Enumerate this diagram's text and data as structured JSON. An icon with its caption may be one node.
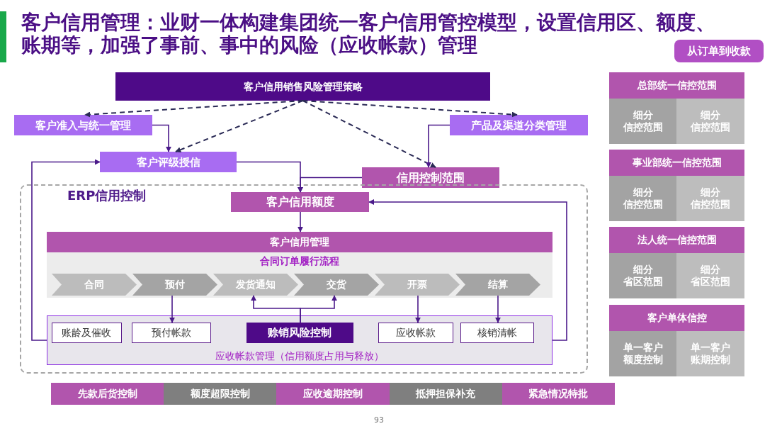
{
  "diagram": {
    "title": "客户信用管理：业财一体构建集团统一客户信用管控模型，设置信用区、额度、账期等，加强了事前、事中的风险（应收帐款）管理",
    "nodes": [
      {
        "text": [
          "客户信用销售风险管理策略"
        ]
      },
      {
        "text": [
          "客户准入与统一管理"
        ]
      },
      {
        "text": [
          "产品及渠道分类管理"
        ]
      },
      {
        "text": [
          "客户评级授信"
        ]
      },
      {
        "text": [
          "信用控制范围"
        ]
      },
      {
        "text": [
          "ERP信用控制"
        ]
      },
      {
        "text": [
          "客户信用额度"
        ],
        "in": 5
      },
      {
        "text": [
          "客户信用管理"
        ],
        "in": 5
      },
      {
        "text": [
          "合同订单履行流程"
        ],
        "in": 5
      },
      {
        "text": [
          "合同"
        ],
        "in": 8
      },
      {
        "text": [
          "预付"
        ],
        "in": 8
      },
      {
        "text": [
          "发货通知"
        ],
        "in": 8
      },
      {
        "text": [
          "交货"
        ],
        "in": 8
      },
      {
        "text": [
          "开票"
        ],
        "in": 8
      },
      {
        "text": [
          "结算"
        ],
        "in": 8
      },
      {
        "text": [
          "应收帐款管理（信用额度占用与释放）"
        ],
        "in": 5
      },
      {
        "text": [
          "账龄及催收"
        ],
        "in": 15
      },
      {
        "text": [
          "预付帐款"
        ],
        "in": 15
      },
      {
        "text": [
          "赊销风险控制"
        ],
        "in": 15
      },
      {
        "text": [
          "应收帐款"
        ],
        "in": 15
      },
      {
        "text": [
          "核销清帐"
        ],
        "in": 15
      },
      {
        "text": [
          "总部统一信控范围"
        ]
      },
      {
        "text": [
          "细分",
          "信控范围"
        ],
        "in": 21
      },
      {
        "text": [
          "细分",
          "信控范围"
        ],
        "in": 21
      },
      {
        "text": [
          "事业部统一信控范围"
        ]
      },
      {
        "text": [
          "细分",
          "信控范围"
        ],
        "in": 24
      },
      {
        "text": [
          "细分",
          "信控范围"
        ],
        "in": 24
      },
      {
        "text": [
          "法人统一信控范围"
        ]
      },
      {
        "text": [
          "细分",
          "省区范围"
        ],
        "in": 27
      },
      {
        "text": [
          "细分",
          "省区范围"
        ],
        "in": 27
      },
      {
        "text": [
          "客户单体信控"
        ]
      },
      {
        "text": [
          "单一客户",
          "额度控制"
        ],
        "in": 30
      },
      {
        "text": [
          "单一客户",
          "账期控制"
        ],
        "in": 30
      },
      {
        "text": [
          "先款后货控制"
        ]
      },
      {
        "text": [
          "额度超限控制"
        ]
      },
      {
        "text": [
          "应收逾期控制"
        ]
      },
      {
        "text": [
          "抵押担保补充"
        ]
      },
      {
        "text": [
          "紧急情况特批"
        ]
      },
      {
        "text": [
          "从订单到收款"
        ]
      }
    ],
    "edges": [
      {
        "from": 0,
        "to": 1,
        "arrow": "to",
        "style": "dashed",
        "color": "#2a2a55"
      },
      {
        "from": 0,
        "to": 3,
        "arrow": "to",
        "style": "dashed",
        "color": "#2a2a55"
      },
      {
        "from": 0,
        "to": 4,
        "arrow": "to",
        "style": "dashed",
        "color": "#2a2a55"
      },
      {
        "from": 0,
        "to": 2,
        "arrow": "to",
        "style": "dashed",
        "color": "#2a2a55"
      },
      {
        "from": 1,
        "to": 3,
        "arrow": "to"
      },
      {
        "from": 2,
        "to": 4,
        "arrow": "to"
      },
      {
        "from": 3,
        "to": 6,
        "arrow": "to"
      },
      {
        "from": 4,
        "to": 6,
        "arrow": "to"
      },
      {
        "from": 6,
        "to": 7,
        "arrow": "to"
      },
      {
        "from": 15,
        "to": 3,
        "arrow": "to"
      },
      {
        "from": 15,
        "to": 6,
        "arrow": "to"
      },
      {
        "from": 10,
        "to": 17,
        "arrow": "to"
      },
      {
        "from": 18,
        "to": 11,
        "arrow": "to"
      },
      {
        "from": 18,
        "to": 12,
        "arrow": "to"
      },
      {
        "from": 13,
        "to": 19,
        "arrow": "to"
      },
      {
        "from": 14,
        "to": 20,
        "arrow": "to"
      }
    ],
    "labels": [
      "93"
    ]
  }
}
